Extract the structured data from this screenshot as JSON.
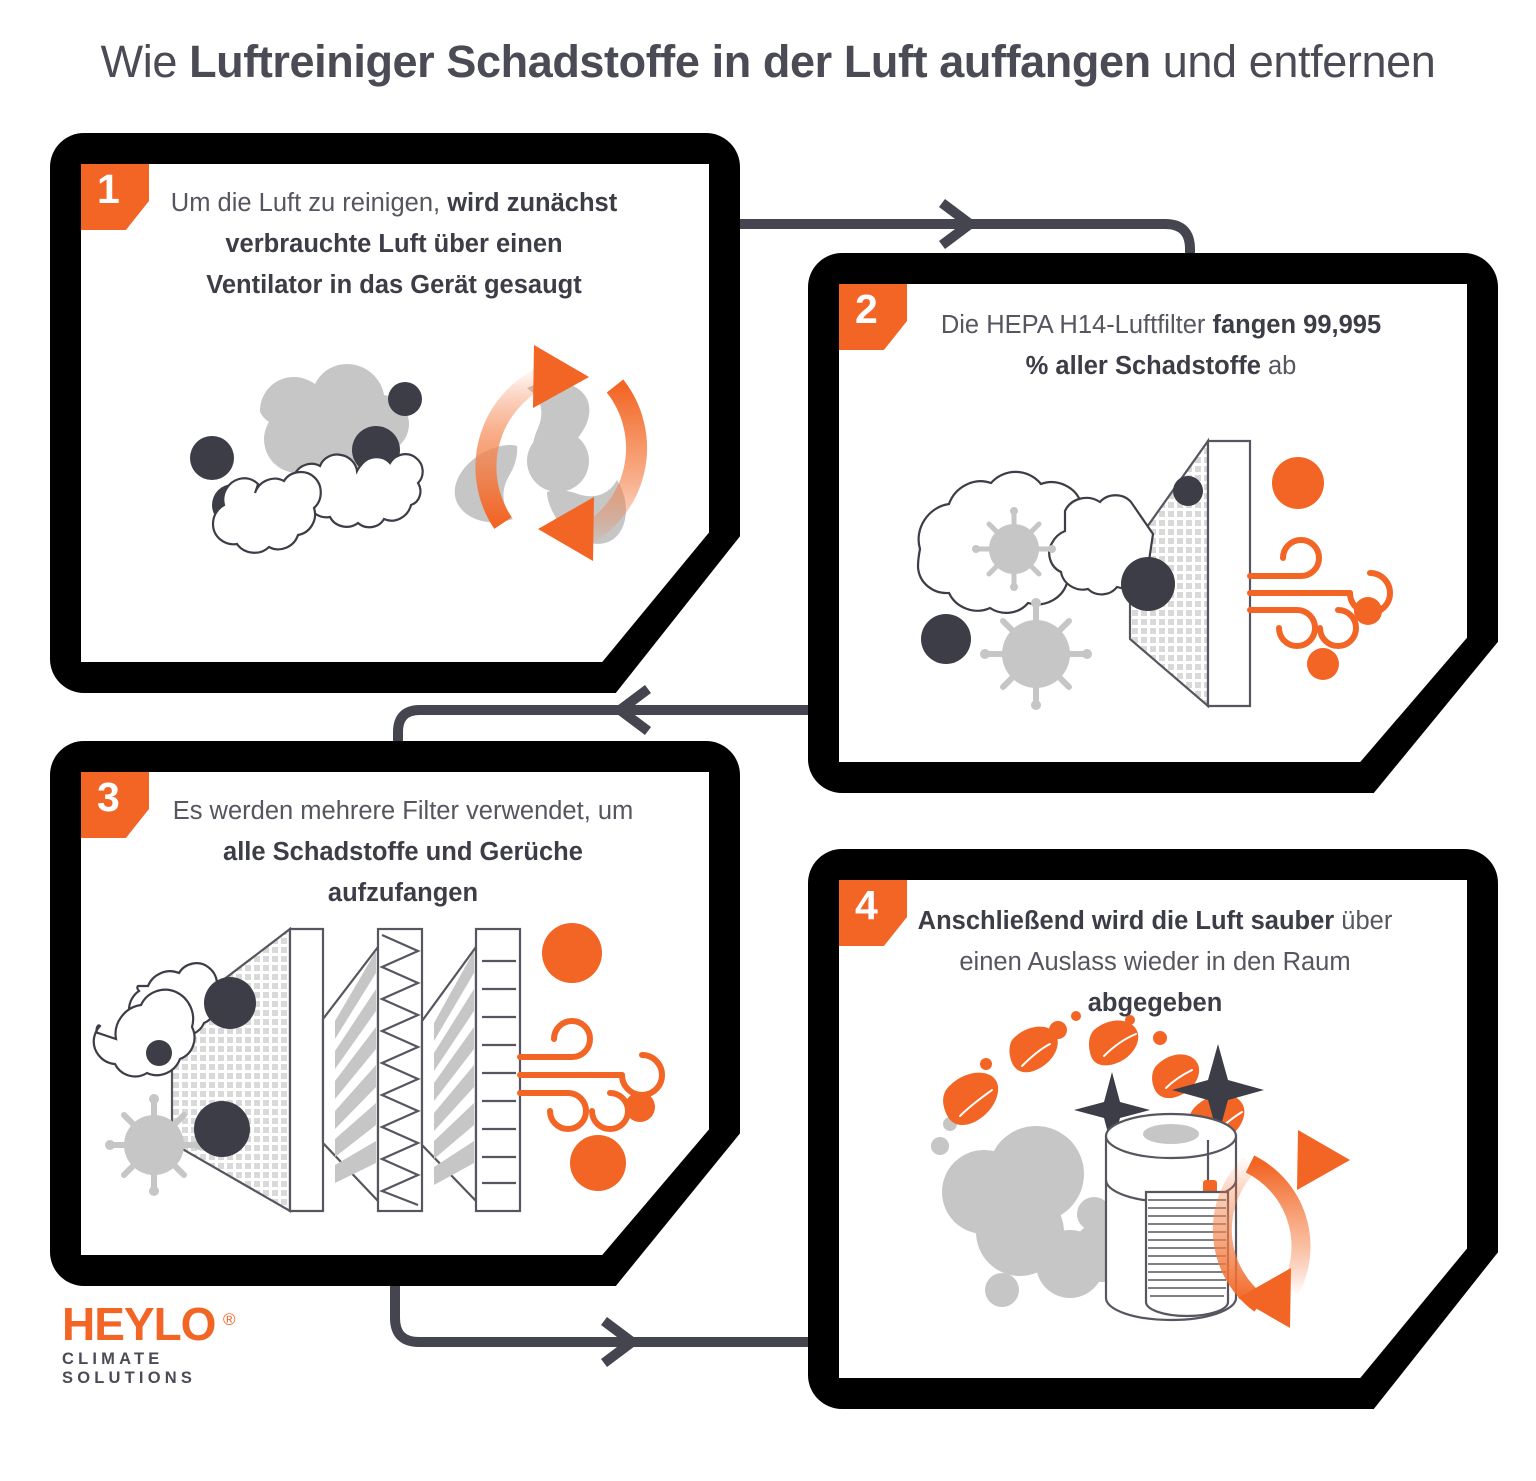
{
  "title": {
    "part1": "Wie ",
    "part2": "Luftreiniger Schadstoffe in der Luft auffangen",
    "part3": " und entfernen"
  },
  "colors": {
    "orange": "#f26524",
    "orange_light": "#f58a55",
    "dark_text": "#4a4b55",
    "body_text": "#55565f",
    "connector": "#454550",
    "dot_dark": "#3c3d46",
    "gray_cloud": "#c6c6c6",
    "card_border": "#000000",
    "card_face": "#ffffff"
  },
  "steps": [
    {
      "number": "1",
      "text_lead": "Um die Luft zu reinigen, ",
      "text_bold": "wird zunächst verbrauchte Luft über einen Ventilator in das Gerät gesaugt",
      "text_tail": "",
      "illustration": "fan-with-dirty-air",
      "illustration_name": "step1-illustration-fan"
    },
    {
      "number": "2",
      "text_lead": "Die HEPA H14-Luftfilter ",
      "text_bold": "fangen 99,995 % aller Schadstoffe",
      "text_tail": " ab",
      "illustration": "hepa-filter-panel",
      "illustration_name": "step2-illustration-hepa-filter"
    },
    {
      "number": "3",
      "text_lead": "Es werden mehrere Filter verwendet, um ",
      "text_bold": "alle Schadstoffe und Gerüche aufzufangen",
      "text_tail": "",
      "illustration": "multi-stage-filter-stack",
      "illustration_name": "step3-illustration-filter-stack"
    },
    {
      "number": "4",
      "text_lead": "",
      "text_bold": "Anschließend wird die Luft sauber",
      "text_mid": " über einen Auslass wieder in den Raum ",
      "text_bold2": "abgegeben",
      "illustration": "air-purifier-clean-air",
      "illustration_name": "step4-illustration-air-purifier"
    }
  ],
  "connectors": [
    {
      "name": "connector-step1-to-step2",
      "direction": "right"
    },
    {
      "name": "connector-step2-to-step3",
      "direction": "left"
    },
    {
      "name": "connector-step3-to-step4",
      "direction": "right"
    }
  ],
  "logo": {
    "word": "HEYLO",
    "registered": "®",
    "tagline": "CLIMATE SOLUTIONS"
  }
}
